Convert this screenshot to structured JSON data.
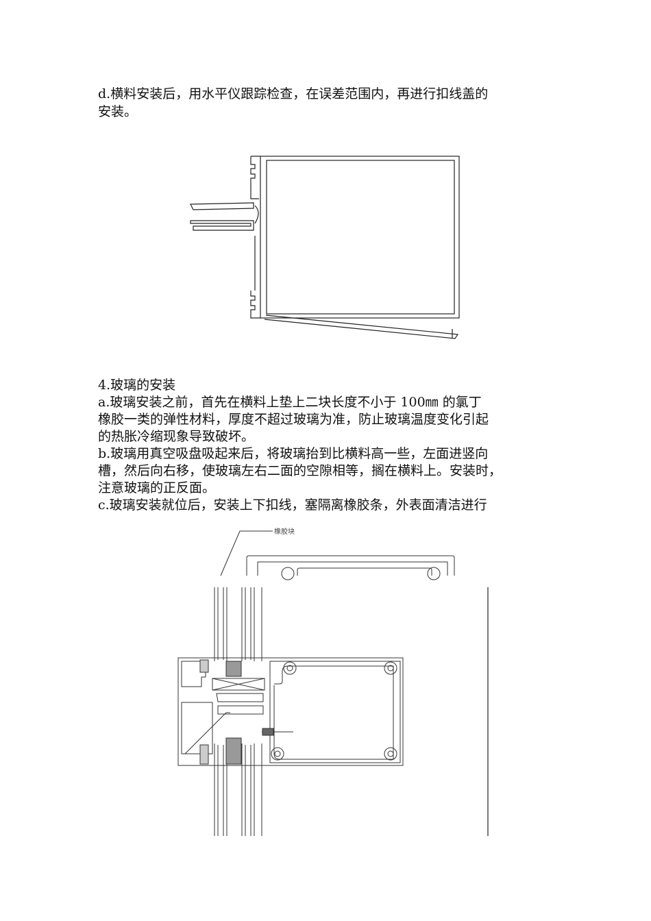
{
  "section_d": {
    "lines": [
      "d.横料安装后，用水平仪跟踪检查，在误差范围内，再进行扣线盖的",
      "安装。"
    ]
  },
  "section_4": {
    "heading": "4.玻璃的安装",
    "lines": [
      " a.玻璃安装之前，首先在横料上垫上二块长度不小于 100㎜ 的氯丁",
      " 橡胶一类的弹性材料，厚度不超过玻璃为准，防止玻璃温度变化引起",
      " 的热胀冷缩现象导致破坏。",
      "b.玻璃用真空吸盘吸起来后，将玻璃抬到比横料高一些，左面进竖向",
      "槽，然后向右移，使玻璃左右二面的空隙相等，搁在横料上。安装时，",
      "注意玻璃的正反面。",
      "c.玻璃安装就位后，安装上下扣线，塞隔离橡胶条，外表面清洁进行"
    ]
  },
  "figure2": {
    "callout_label": "橡胶块"
  }
}
